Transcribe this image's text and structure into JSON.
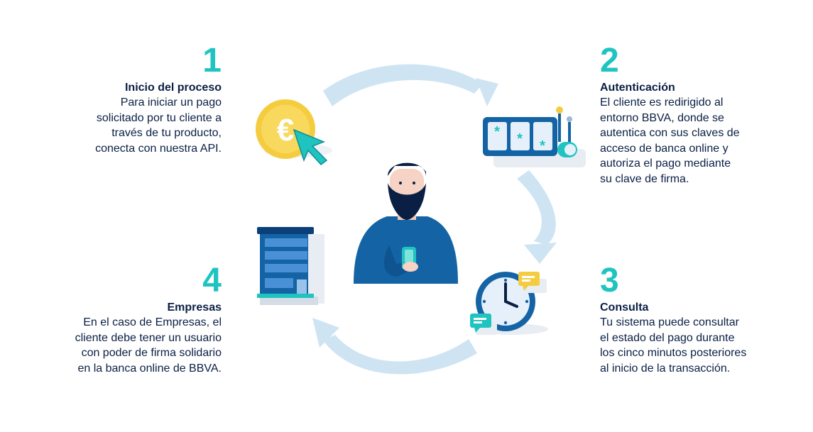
{
  "steps": [
    {
      "number": "1",
      "title": "Inicio del proceso",
      "lines": [
        "Para iniciar un pago",
        "solicitado por tu cliente a",
        "través de tu producto,",
        "conecta con nuestra API."
      ]
    },
    {
      "number": "2",
      "title": "Autenticación",
      "lines": [
        "El cliente es redirigido al",
        "entorno BBVA, donde se",
        "autentica con sus claves de",
        "acceso de banca online y",
        "autoriza el pago mediante",
        "su clave de firma."
      ]
    },
    {
      "number": "3",
      "title": "Consulta",
      "lines": [
        "Tu sistema puede consultar",
        "el estado del pago durante",
        "los cinco minutos posteriores",
        "al inicio de la transacción."
      ]
    },
    {
      "number": "4",
      "title": "Empresas",
      "lines": [
        "En el caso de Empresas, el",
        "cliente debe tener un usuario",
        "con poder de firma solidario",
        "en la banca online de BBVA."
      ]
    }
  ],
  "icons": {
    "step1": "euro-coin-icon",
    "step2": "password-terminal-icon",
    "step3": "clock-chat-icon",
    "step4": "office-building-icon",
    "center": "user-with-phone-icon"
  },
  "colors": {
    "accent": "#1fc4c0",
    "navy": "#0a1f44",
    "blue": "#1464a5",
    "arrow": "#cfe4f3",
    "coin": "#f5cc40"
  }
}
